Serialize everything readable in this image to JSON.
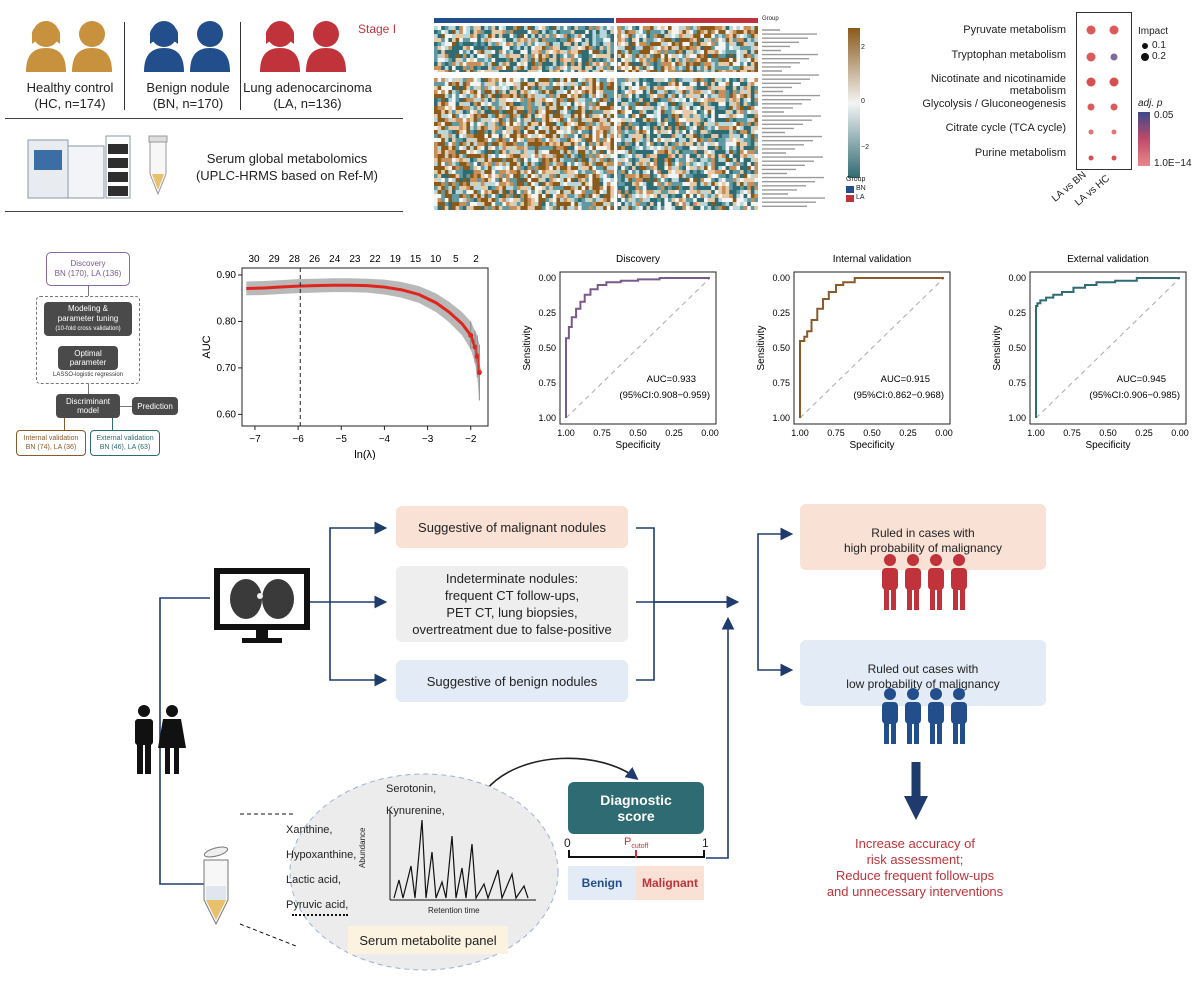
{
  "colors": {
    "hc": "#c8913e",
    "bn": "#234e8c",
    "la": "#c0333a",
    "teal": "#2e6b72",
    "red": "#c0333a",
    "salmon_box": "#f9e1d6",
    "blue_box": "#e2ebf6",
    "grey_box": "#eeeeee",
    "dark_box": "#4a4a4a"
  },
  "cohort": {
    "hc_title": "Healthy control",
    "hc_n": "(HC, n=174)",
    "bn_title": "Benign nodule",
    "bn_n": "(BN, n=170)",
    "la_title": "Lung adenocarcinoma",
    "la_n": "(LA, n=136)",
    "stage": "Stage I",
    "platform_line1": "Serum global metabolomics",
    "platform_line2": "(UPLC-HRMS based on Ref-M)"
  },
  "heatmap": {
    "group_label": "Group",
    "legend_title": "Group",
    "legend_bn": "BN",
    "legend_la": "LA",
    "scale_ticks": [
      "2",
      "0",
      "−2"
    ]
  },
  "pathways": {
    "impact_title": "Impact",
    "impact_values": [
      "0.1",
      "0.2"
    ],
    "padj_title": "adj. p",
    "padj_high": "0.05",
    "padj_low": "1.0E−14",
    "columns": [
      "LA vs BN",
      "LA vs HC"
    ],
    "rows": [
      {
        "name": "Pyruvate metabolism"
      },
      {
        "name": "Tryptophan metabolism"
      },
      {
        "name": "Nicotinate and nicotinamide metabolism"
      },
      {
        "name": "Glycolysis / Gluconeogenesis"
      },
      {
        "name": "Citrate cycle (TCA cycle)"
      },
      {
        "name": "Purine metabolism"
      }
    ]
  },
  "flowchart": {
    "discovery": "Discovery",
    "discovery_n": "BN (170), LA (136)",
    "modeling": "Modeling &",
    "modeling2": "parameter tuning",
    "modeling3": "(10-fold cross validation)",
    "optimal": "Optimal",
    "optimal2": "parameter",
    "lasso": "LASSO-logistic regression",
    "discriminant": "Discriminant",
    "discriminant2": "model",
    "prediction": "Prediction",
    "internal": "Internal validation",
    "internal_n": "BN (74), LA (36)",
    "external": "External validation",
    "external_n": "BN (46), LA (63)"
  },
  "chart_data": [
    {
      "type": "line",
      "title": "",
      "xlabel": "ln(λ)",
      "ylabel": "AUC",
      "x_ticks": [
        -7,
        -6,
        -5,
        -4,
        -3,
        -2
      ],
      "y_ticks": [
        0.6,
        0.7,
        0.8,
        0.9
      ],
      "y_tick_labels": [
        "0.60",
        "0.70",
        "0.80",
        "0.90"
      ],
      "top_ticks": [
        "30",
        "29",
        "28",
        "26",
        "24",
        "23",
        "22",
        "19",
        "15",
        "10",
        "5",
        "2"
      ],
      "xlim": [
        -7.3,
        -1.6
      ],
      "ylim": [
        0.575,
        0.915
      ],
      "optimal_lambda": -5.95,
      "x": [
        -7.2,
        -6.8,
        -6.4,
        -6.0,
        -5.6,
        -5.2,
        -4.8,
        -4.4,
        -4.0,
        -3.6,
        -3.2,
        -2.8,
        -2.5,
        -2.2,
        -2.0,
        -1.9,
        -1.85,
        -1.8
      ],
      "y": [
        0.871,
        0.872,
        0.874,
        0.876,
        0.877,
        0.878,
        0.878,
        0.877,
        0.874,
        0.868,
        0.858,
        0.84,
        0.82,
        0.795,
        0.77,
        0.745,
        0.725,
        0.69
      ],
      "err": [
        0.015,
        0.015,
        0.015,
        0.015,
        0.015,
        0.015,
        0.015,
        0.015,
        0.016,
        0.017,
        0.018,
        0.02,
        0.022,
        0.025,
        0.03,
        0.035,
        0.045,
        0.06
      ]
    },
    {
      "type": "line",
      "title": "Discovery",
      "xlabel": "Specificity",
      "ylabel": "Sensitivity",
      "auc": "AUC=0.933",
      "ci": "(95%CI:0.908−0.959)",
      "color": "#7a5a8a",
      "ticks": [
        "1.00",
        "0.75",
        "0.50",
        "0.25",
        "0.00"
      ],
      "x": [
        1.0,
        1.0,
        0.98,
        0.96,
        0.93,
        0.9,
        0.87,
        0.83,
        0.78,
        0.72,
        0.62,
        0.5,
        0.35,
        0.15,
        0.0
      ],
      "y": [
        0.0,
        0.45,
        0.57,
        0.65,
        0.72,
        0.78,
        0.83,
        0.88,
        0.92,
        0.95,
        0.97,
        0.98,
        0.99,
        1.0,
        1.0
      ]
    },
    {
      "type": "line",
      "title": "Internal validation",
      "xlabel": "Specificity",
      "ylabel": "Sensitivity",
      "auc": "AUC=0.915",
      "ci": "(95%CI:0.862−0.968)",
      "color": "#8a5a2a",
      "ticks": [
        "1.00",
        "0.75",
        "0.50",
        "0.25",
        "0.00"
      ],
      "x": [
        1.0,
        1.0,
        0.97,
        0.95,
        0.92,
        0.88,
        0.84,
        0.8,
        0.75,
        0.7,
        0.62,
        0.5,
        0.3,
        0.0
      ],
      "y": [
        0.0,
        0.5,
        0.55,
        0.58,
        0.62,
        0.7,
        0.78,
        0.85,
        0.9,
        0.95,
        0.97,
        1.0,
        1.0,
        1.0
      ]
    },
    {
      "type": "line",
      "title": "External validation",
      "xlabel": "Specificity",
      "ylabel": "Sensitivity",
      "auc": "AUC=0.945",
      "ci": "(95%CI:0.906−0.985)",
      "color": "#2e6b72",
      "ticks": [
        "1.00",
        "0.75",
        "0.50",
        "0.25",
        "0.00"
      ],
      "x": [
        1.0,
        1.0,
        0.99,
        0.97,
        0.93,
        0.88,
        0.82,
        0.74,
        0.66,
        0.58,
        0.45,
        0.3,
        0.15,
        0.0
      ],
      "y": [
        0.0,
        0.75,
        0.8,
        0.82,
        0.84,
        0.86,
        0.88,
        0.9,
        0.93,
        0.95,
        0.97,
        0.98,
        1.0,
        1.0
      ]
    }
  ],
  "workflow": {
    "malignant": "Suggestive of malignant nodules",
    "indeterminate_1": "Indeterminate nodules:",
    "indeterminate_2": "frequent CT follow-ups,",
    "indeterminate_3": "PET CT, lung biopsies,",
    "indeterminate_4": "overtreatment due to false-positive",
    "benign": "Suggestive of benign nodules",
    "ruled_in_1": "Ruled in cases with",
    "ruled_in_2": "high probability of malignancy",
    "ruled_out_1": "Ruled out cases with",
    "ruled_out_2": "low probability of malignancy",
    "outcome_1": "Increase accuracy of",
    "outcome_2": "risk assessment;",
    "outcome_3": "Reduce frequent follow-ups",
    "outcome_4": "and unnecessary interventions",
    "diag_1": "Diagnostic",
    "diag_2": "score",
    "scale_0": "0",
    "scale_1": "1",
    "p_label": "P",
    "p_sub": "cutoff",
    "benign_label": "Benign",
    "malignant_label": "Malignant",
    "metabolites": [
      "Serotonin,",
      "Kynurenine,",
      "Xanthine,",
      "Hypoxanthine,",
      "Lactic acid,",
      "Pyruvic acid,"
    ],
    "panel_label": "Serum metabolite panel",
    "abundance": "Abundance",
    "retention": "Retention time"
  }
}
